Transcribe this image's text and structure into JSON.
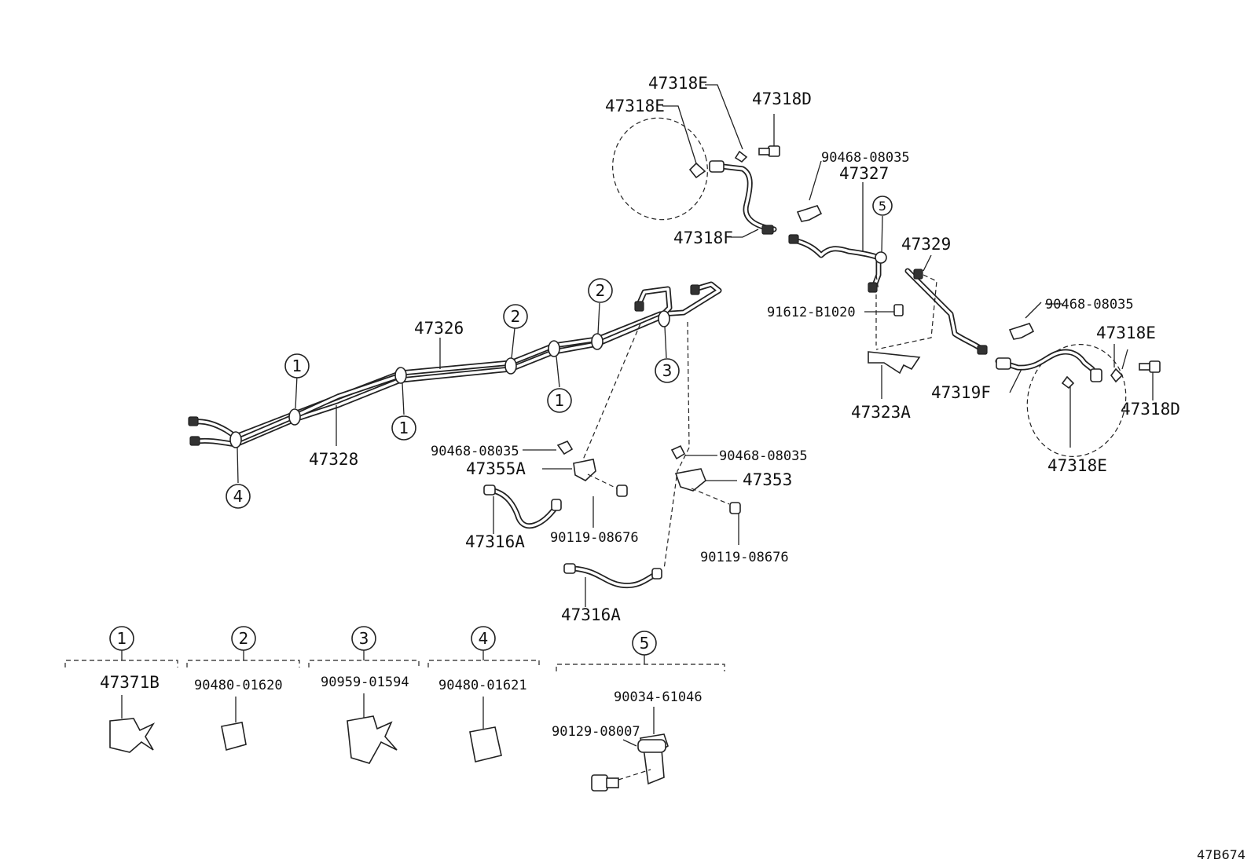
{
  "diagram_ref": "47B674",
  "labels": {
    "l47318E_top": "47318E",
    "l47318E_left": "47318E",
    "l47318D_top": "47318D",
    "l90468_top": "90468-08035",
    "l47327": "47327",
    "l47318F": "47318F",
    "l47329": "47329",
    "l91612": "91612-B1020",
    "l90468_right": "90468-08035",
    "l47318E_right": "47318E",
    "l47318D_right": "47318D",
    "l47319F": "47319F",
    "l47323A": "47323A",
    "l47318E_bottom": "47318E",
    "l47326": "47326",
    "l47328": "47328",
    "l90468_mid1": "90468-08035",
    "l47355A": "47355A",
    "l90468_mid2": "90468-08035",
    "l47353": "47353",
    "l47316A_1": "47316A",
    "l90119_1": "90119-08676",
    "l90119_2": "90119-08676",
    "l47316A_2": "47316A"
  },
  "callouts": [
    "1",
    "2",
    "3",
    "4",
    "5"
  ],
  "legend": [
    {
      "key": "1",
      "part": "47371B"
    },
    {
      "key": "2",
      "part": "90480-01620"
    },
    {
      "key": "3",
      "part": "90959-01594"
    },
    {
      "key": "4",
      "part": "90480-01621"
    },
    {
      "key": "5",
      "parts": [
        "90034-61046",
        "90129-08007"
      ]
    }
  ]
}
